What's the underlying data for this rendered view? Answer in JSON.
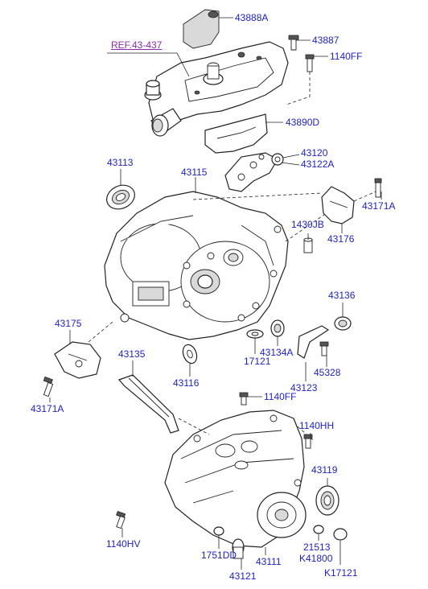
{
  "reference": "REF.43-437",
  "parts": [
    {
      "id": "p43888A",
      "code": "43888A"
    },
    {
      "id": "p43887",
      "code": "43887"
    },
    {
      "id": "p1140FF_a",
      "code": "1140FF"
    },
    {
      "id": "p43890D",
      "code": "43890D"
    },
    {
      "id": "p43120",
      "code": "43120"
    },
    {
      "id": "p43122A",
      "code": "43122A"
    },
    {
      "id": "p43113",
      "code": "43113"
    },
    {
      "id": "p43115",
      "code": "43115"
    },
    {
      "id": "p43171A_a",
      "code": "43171A"
    },
    {
      "id": "p1430JB",
      "code": "1430JB"
    },
    {
      "id": "p43176",
      "code": "43176"
    },
    {
      "id": "p43136",
      "code": "43136"
    },
    {
      "id": "p43175",
      "code": "43175"
    },
    {
      "id": "p17121_a",
      "code": "17121"
    },
    {
      "id": "p43134A",
      "code": "43134A"
    },
    {
      "id": "p43135",
      "code": "43135"
    },
    {
      "id": "p45328",
      "code": "45328"
    },
    {
      "id": "p43116",
      "code": "43116"
    },
    {
      "id": "p43123",
      "code": "43123"
    },
    {
      "id": "p43171A_b",
      "code": "43171A"
    },
    {
      "id": "p1140FF_b",
      "code": "1140FF"
    },
    {
      "id": "p1140HH",
      "code": "1140HH"
    },
    {
      "id": "p43119",
      "code": "43119"
    },
    {
      "id": "p1140HV",
      "code": "1140HV"
    },
    {
      "id": "p21513",
      "code": "21513"
    },
    {
      "id": "p1751DD",
      "code": "1751DD"
    },
    {
      "id": "p43111",
      "code": "43111"
    },
    {
      "id": "pK41800",
      "code": "K41800"
    },
    {
      "id": "p43121",
      "code": "43121"
    },
    {
      "id": "pK17121",
      "code": "K17121"
    }
  ]
}
